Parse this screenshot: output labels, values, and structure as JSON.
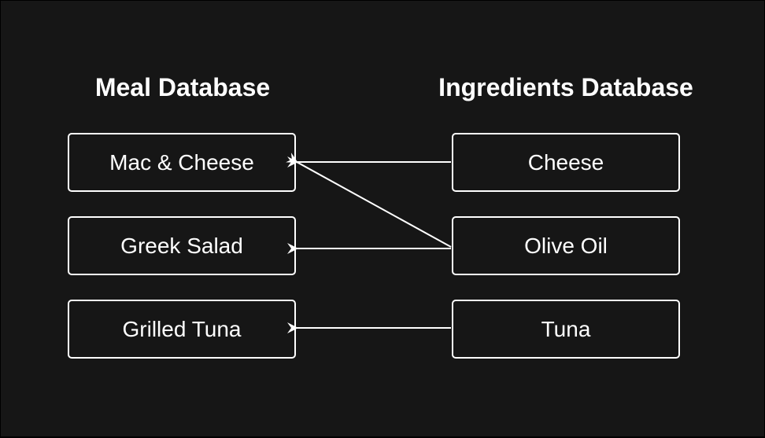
{
  "meal_database": {
    "title": "Meal Database",
    "items": [
      "Mac & Cheese",
      "Greek Salad",
      "Grilled Tuna"
    ]
  },
  "ingredients_database": {
    "title": "Ingredients Database",
    "items": [
      "Cheese",
      "Olive Oil",
      "Tuna"
    ]
  },
  "links": [
    {
      "from": "Cheese",
      "to": "Mac & Cheese"
    },
    {
      "from": "Olive Oil",
      "to": "Mac & Cheese"
    },
    {
      "from": "Olive Oil",
      "to": "Greek Salad"
    },
    {
      "from": "Tuna",
      "to": "Grilled Tuna"
    }
  ],
  "colors": {
    "background": "#161616",
    "frame": "#000000",
    "stroke": "#ffffff",
    "text": "#ffffff"
  }
}
